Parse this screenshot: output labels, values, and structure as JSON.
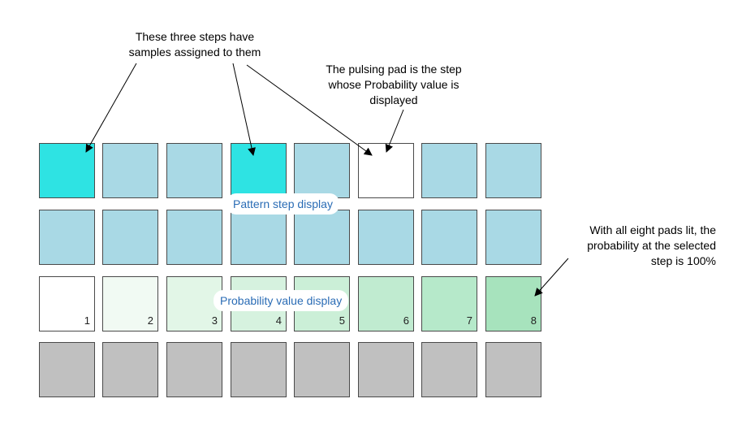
{
  "annotations": {
    "samples_note": [
      "These three steps have",
      "samples assigned to them"
    ],
    "pulsing_note": [
      "The pulsing pad is the step",
      "whose Probability value is",
      "displayed"
    ],
    "full_note": [
      "With all eight pads lit, the",
      "probability at the selected",
      "step is 100%"
    ]
  },
  "labels": {
    "pattern": "Pattern step display",
    "probability": "Probability value display"
  },
  "grid": {
    "rows": [
      {
        "name": "pattern-row-1",
        "colors": [
          "#2ee3e3",
          "#a9d9e5",
          "#a9d9e5",
          "#2ee3e3",
          "#a9d9e5",
          "#ffffff",
          "#a9d9e5",
          "#a9d9e5"
        ],
        "numbers": []
      },
      {
        "name": "pattern-row-2",
        "colors": [
          "#a9d9e5",
          "#a9d9e5",
          "#a9d9e5",
          "#a9d9e5",
          "#a9d9e5",
          "#a9d9e5",
          "#a9d9e5",
          "#a9d9e5"
        ],
        "numbers": []
      },
      {
        "name": "probability-row",
        "colors": [
          "#ffffff",
          "#f1faf3",
          "#e2f6e7",
          "#d6f2df",
          "#cbefd7",
          "#c0ebd0",
          "#b6e9ca",
          "#a7e3bd"
        ],
        "numbers": [
          "1",
          "2",
          "3",
          "4",
          "5",
          "6",
          "7",
          "8"
        ]
      },
      {
        "name": "bottom-row",
        "colors": [
          "#c0c0c0",
          "#c0c0c0",
          "#c0c0c0",
          "#c0c0c0",
          "#c0c0c0",
          "#c0c0c0",
          "#c0c0c0",
          "#c0c0c0"
        ],
        "numbers": []
      }
    ]
  },
  "colors": {
    "sample_step": "#2ee3e3",
    "pattern_step": "#a9d9e5",
    "pulsing_step": "#ffffff",
    "inactive": "#c0c0c0",
    "label_text": "#2a6cb5"
  }
}
